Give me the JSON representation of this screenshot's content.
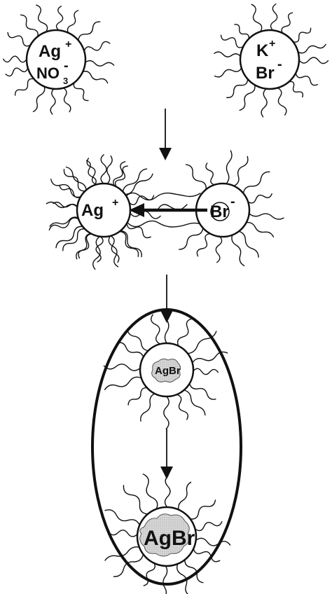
{
  "micelle_a": {
    "cation": "Ag",
    "cation_charge": "+",
    "anion": "NO",
    "anion_sub": "3",
    "anion_charge": "-"
  },
  "micelle_b": {
    "cation": "K",
    "cation_charge": "+",
    "anion": "Br",
    "anion_charge": "-"
  },
  "collision": {
    "left_ion": "Ag",
    "left_charge": "+",
    "right_ion": "Br",
    "right_charge": "-"
  },
  "product_small": "AgBr",
  "product_large": "AgBr"
}
